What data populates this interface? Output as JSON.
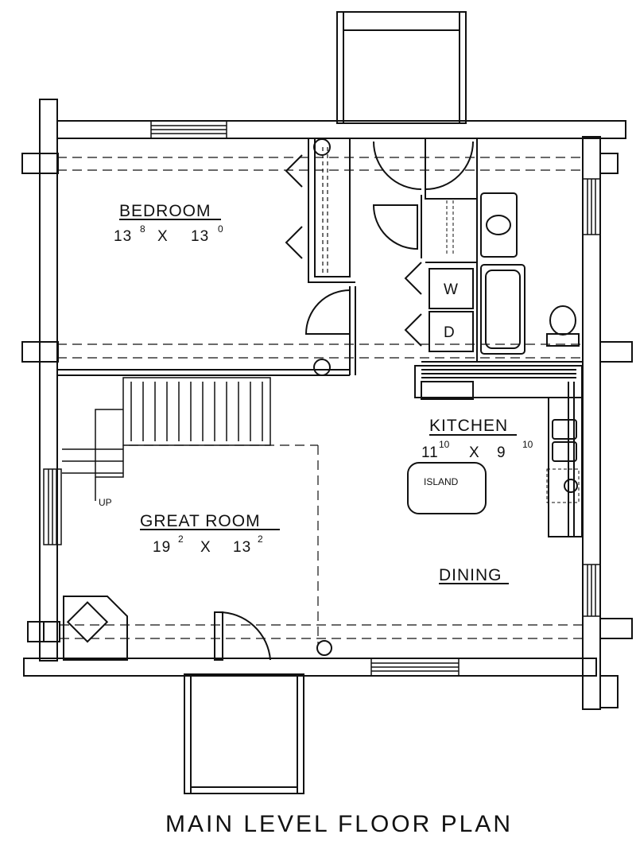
{
  "rooms": {
    "bedroom": {
      "name": "BEDROOM",
      "dim_a": "13",
      "dim_a_sup": "8",
      "x": "X",
      "dim_b": "13",
      "dim_b_sup": "0"
    },
    "kitchen": {
      "name": "KITCHEN",
      "dim_a": "11",
      "dim_a_sup": "10",
      "x": "X",
      "dim_b": "9",
      "dim_b_sup": "10"
    },
    "great_room": {
      "name": "GREAT ROOM",
      "dim_a": "19",
      "dim_a_sup": "2",
      "x": "X",
      "dim_b": "13",
      "dim_b_sup": "2"
    },
    "dining": {
      "name": "DINING"
    }
  },
  "labels": {
    "island": "ISLAND",
    "stair_up": "UP",
    "washer": "W",
    "dryer": "D"
  },
  "caption": "MAIN LEVEL FLOOR PLAN",
  "colors": {
    "ink": "#111111",
    "paper": "#ffffff"
  }
}
